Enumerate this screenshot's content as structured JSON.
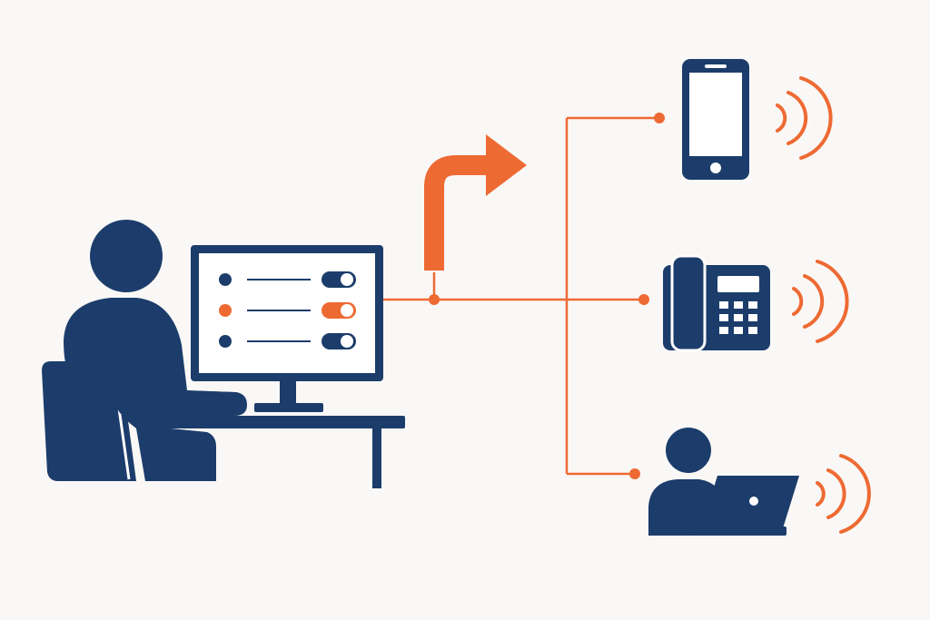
{
  "colors": {
    "background": "#faf8f6",
    "primary": "#1c3d6b",
    "accent": "#ee6a33",
    "white": "#ffffff"
  },
  "diagram": {
    "source": {
      "person": "person-icon",
      "chair": "chair-icon",
      "desk": "desk-icon",
      "monitor": "monitor-icon",
      "settings_rows": [
        {
          "state": "on",
          "highlight": false
        },
        {
          "state": "on",
          "highlight": true
        },
        {
          "state": "on",
          "highlight": false
        }
      ]
    },
    "forward_arrow": "forward-arrow-icon",
    "targets": [
      {
        "name": "mobile-phone",
        "icon": "smartphone-icon",
        "signal": "wireless-signal-icon"
      },
      {
        "name": "desk-phone",
        "icon": "desk-phone-icon",
        "signal": "wireless-signal-icon"
      },
      {
        "name": "remote-worker",
        "icon": "remote-worker-laptop-icon",
        "signal": "wireless-signal-icon"
      }
    ]
  }
}
